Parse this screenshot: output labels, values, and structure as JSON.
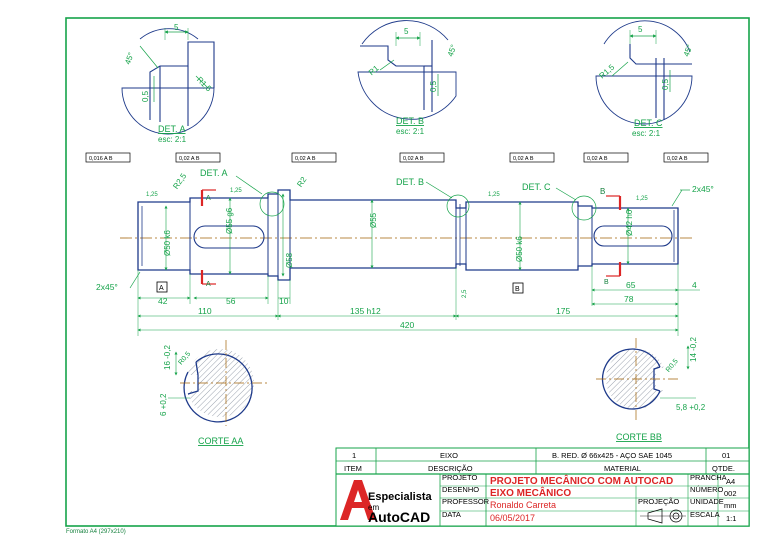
{
  "details": {
    "a": {
      "title": "DET. A",
      "scale": "esc: 2:1",
      "d_top": "5",
      "d_angle": "45°",
      "d_rad": "R1,5",
      "d_side": "0,5"
    },
    "b": {
      "title": "DET. B",
      "scale": "esc: 2:1",
      "d_top": "5",
      "d_angle": "45°",
      "d_rad": "R1",
      "d_side": "0,5"
    },
    "c": {
      "title": "DET. C",
      "scale": "esc: 2:1",
      "d_top": "5",
      "d_angle": "45°",
      "d_rad": "R1,5",
      "d_side": "0,5"
    }
  },
  "shaft": {
    "callouts": {
      "det_a": "DET. A",
      "det_b": "DET. B",
      "det_c": "DET. C"
    },
    "tol_frames": [
      "0,016 A B",
      "0,02 A B",
      "0,02 A B",
      "0,02 A B",
      "0,02 A B",
      "0,02 A B",
      "0,02 A B"
    ],
    "chamfer_left": "2x45°",
    "chamfer_right": "2x45°",
    "radius_left": "R2,5",
    "radius_mid": "R2",
    "rough": [
      "1,25",
      "1,25",
      "1,25",
      "1,25"
    ],
    "diameters": [
      "Ø50 k6",
      "Ø55 g6",
      "Ø58",
      "Ø55",
      "Ø50 k6",
      "Ø42 h6"
    ],
    "section_mark_a": "A",
    "section_mark_b": "B",
    "datum_a": "A",
    "datum_b": "B",
    "dim_2_5": "2,5",
    "dims_bottom": {
      "d42": "42",
      "d56": "56",
      "d10": "10",
      "d65": "65",
      "d4": "4",
      "d78": "78",
      "d110": "110",
      "d135": "135 h12",
      "d175": "175",
      "d420": "420"
    }
  },
  "sections": {
    "aa": {
      "title": "CORTE AA",
      "d_depth": "16 -0,2",
      "d_width": "6 +0,2",
      "d_rad": "R0,5"
    },
    "bb": {
      "title": "CORTE BB",
      "d_depth": "14 -0,2",
      "d_width": "5,8 +0,2",
      "d_rad": "R0,5"
    }
  },
  "title_block": {
    "part_row": {
      "num": "1",
      "name": "EIXO",
      "material": "B. RED. Ø 66x425 - AÇO SAE 1045",
      "qty": "01"
    },
    "header_row": {
      "item": "ITEM",
      "desc": "DESCRIÇÃO",
      "material": "MATERIAL",
      "qty": "QTDE."
    },
    "labels": {
      "projeto": "PROJETO",
      "desenho": "DESENHO",
      "professor": "PROFESSOR",
      "data": "DATA",
      "prancha": "PRANCHA",
      "numero": "NÚMERO",
      "unidade": "UNIDADE",
      "projecao": "PROJEÇÃO",
      "escala": "ESCALA"
    },
    "values": {
      "projeto": "PROJETO MECÂNICO COM AUTOCAD",
      "desenho": "EIXO MECÂNICO",
      "professor": "Ronaldo Carreta",
      "data": "06/05/2017",
      "prancha": "A4",
      "numero": "002",
      "unidade": "mm",
      "escala": "1:1"
    },
    "logo": {
      "line1": "Especialista",
      "line2": "em",
      "line3": "AutoCAD"
    }
  },
  "footer": {
    "format": "Formato A4 (297x210)"
  },
  "colors": {
    "border": "#16a34a",
    "part": "#1e3a8a",
    "dims": "#16a34a",
    "section": "#dc2626",
    "hatch": "#9ca3af",
    "centerline": "#a16207"
  }
}
